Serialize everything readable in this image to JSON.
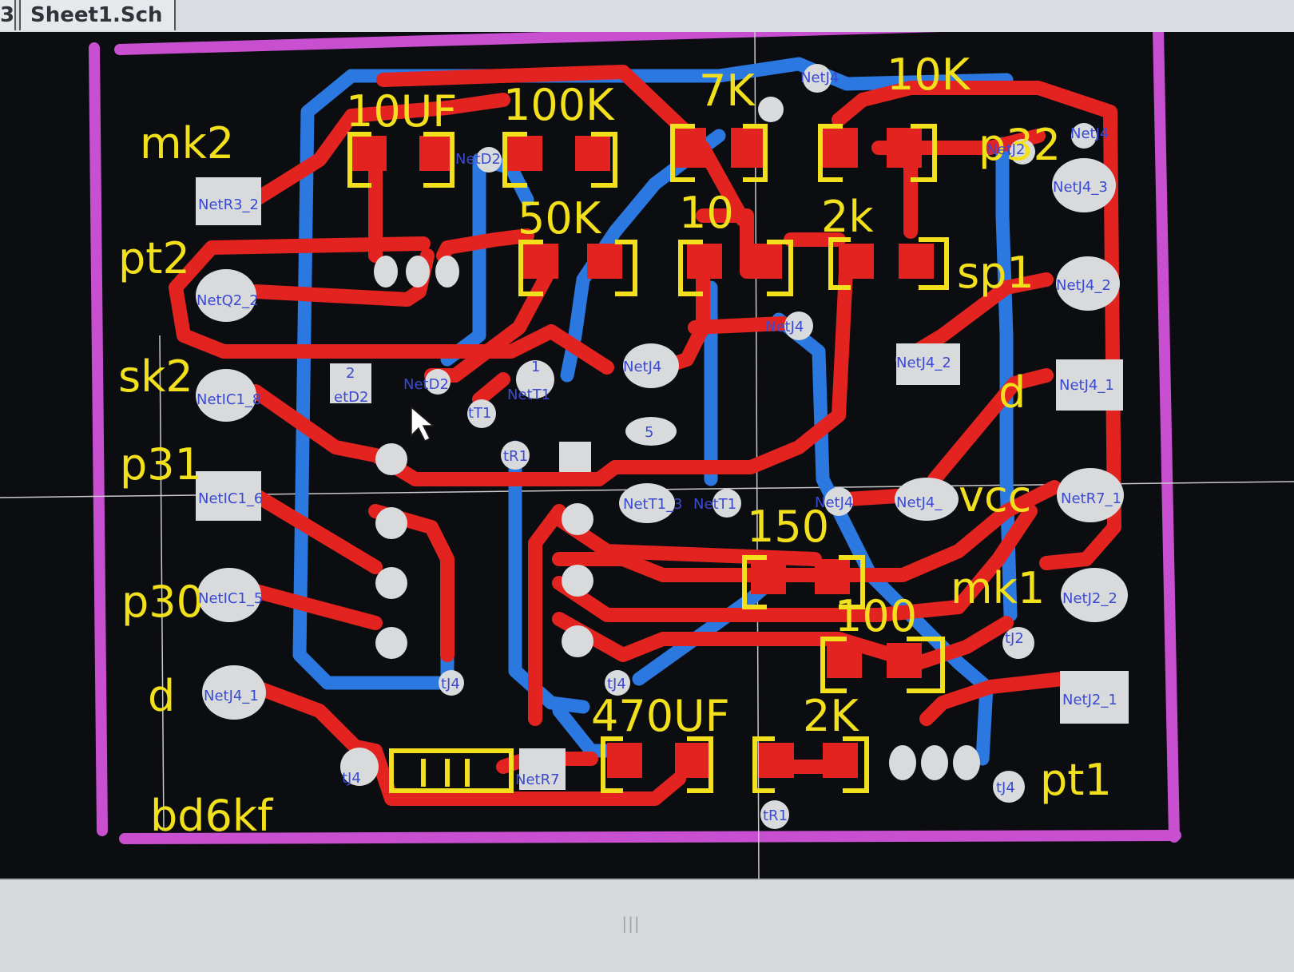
{
  "tabs": [
    {
      "label": "3",
      "active": false
    },
    {
      "label": "Sheet1.Sch",
      "active": true
    }
  ],
  "colors": {
    "background": "#0b0d10",
    "board_outline": "#c74fd0",
    "top_layer": "#e3231f",
    "bottom_layer": "#2a78e0",
    "silkscreen": "#f2e01c",
    "pad": "#d8dadc",
    "crosshair": "#c9c9c9"
  },
  "silkscreen_labels": {
    "mk2": "mk2",
    "pt2": "pt2",
    "sk2": "sk2",
    "p31": "p31",
    "p30": "p30",
    "d_left": "d",
    "bd6kf": "bd6kf",
    "c10uf": "10UF",
    "r100k": "100K",
    "r7k": "7K",
    "r10k": "10K",
    "p32": "p32",
    "r50k": "50K",
    "r10": "10",
    "r2k_top": "2k",
    "sp1": "sp1",
    "d_right": "d",
    "vcc": "vcc",
    "r150": "150",
    "mk1": "mk1",
    "r100": "100",
    "c470uf": "470UF",
    "r2k_bottom": "2K",
    "pt1": "pt1"
  },
  "net_labels": {
    "netr3_2": "NetR3_2",
    "netq2_2": "NetQ2_2",
    "netic1_8": "NetIC1_8",
    "netic1_6": "NetIC1_6",
    "netic1_5": "NetIC1_5",
    "netj4_1_left": "NetJ4_1",
    "netj4_top": "NetJ4",
    "netd2_top": "NetD2",
    "netd2_mid": "NetD2",
    "nett1_1": "NetT1",
    "tt1": "tT1",
    "tr1": "tR1",
    "netj4_mid": "NetJ4",
    "netj4_center": "NetJ4",
    "nett1_3": "NetT1_3",
    "nett1_b": "NetT1",
    "netj4_r": "NetJ4",
    "netj4_vcc": "NetJ4_",
    "netj4_2a": "NetJ4_2",
    "netj4_3": "NetJ4_3",
    "netj4_1r": "NetJ4_1",
    "netj4_p32": "NetJ4",
    "netr7_1": "NetR7_1",
    "netj2_2": "NetJ2_2",
    "netj2_1": "NetJ2_1",
    "tj2": "tJ2",
    "tj4_bot": "tJ4",
    "tj4_mid": "tJ4",
    "tj4_left": "tJ4",
    "tj4_low": "tJ4",
    "netr7": "NetR7",
    "tr1_bot": "tR1",
    "netj2_top": "NetJ2",
    "etd2": "etD2",
    "pad5": "5",
    "pad1": "1",
    "pad2": "2"
  }
}
